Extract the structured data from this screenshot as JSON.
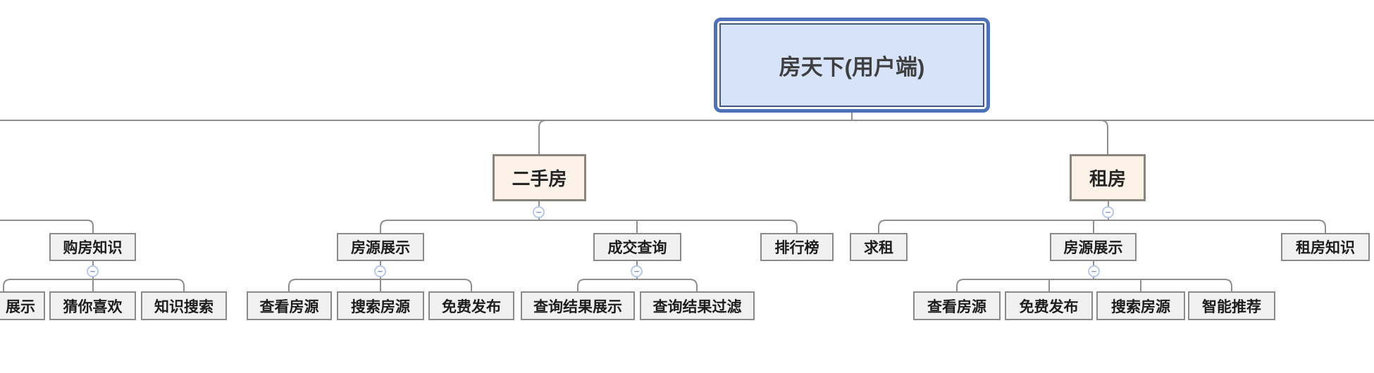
{
  "tree": {
    "root": {
      "label": "房天下(用户端)"
    },
    "branches": [
      {
        "label": "二手房",
        "children": [
          {
            "label": "房源展示",
            "children": [
              {
                "label": "查看房源"
              },
              {
                "label": "搜索房源"
              },
              {
                "label": "免费发布"
              }
            ]
          },
          {
            "label": "成交查询",
            "children": [
              {
                "label": "查询结果展示"
              },
              {
                "label": "查询结果过滤"
              }
            ]
          },
          {
            "label": "排行榜",
            "children": []
          }
        ]
      },
      {
        "label": "租房",
        "children": [
          {
            "label": "求租",
            "children": []
          },
          {
            "label": "房源展示",
            "children": [
              {
                "label": "查看房源"
              },
              {
                "label": "免费发布"
              },
              {
                "label": "搜索房源"
              },
              {
                "label": "智能推荐"
              }
            ]
          },
          {
            "label": "租房知识",
            "children": []
          }
        ]
      }
    ],
    "offscreen_left_branch": {
      "children": [
        {
          "label": "购房知识",
          "children": [
            {
              "label": "展示"
            },
            {
              "label": "猜你喜欢"
            },
            {
              "label": "知识搜索"
            }
          ]
        }
      ]
    }
  },
  "icons": {
    "collapse": "−"
  },
  "colors": {
    "root_fill": "#d7e3f8",
    "root_border": "#4d72ba",
    "root_inner_border": "#44597f",
    "branch_fill": "#fdf2e8",
    "branch_border": "#8b847c",
    "topic_fill": "#f1f1f1",
    "topic_border": "#8a8a8a",
    "connector": "#8f8f8f",
    "collapse_ring": "#b5c9e8",
    "collapse_glyph": "#7d99cf"
  }
}
